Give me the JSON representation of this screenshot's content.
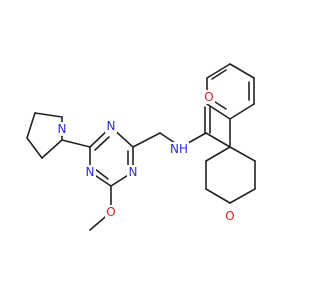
{
  "molecule": {
    "atoms": [
      {
        "id": "N1",
        "label": "N",
        "color": "#2b2bd9"
      },
      {
        "id": "N2",
        "label": "N",
        "color": "#2b2bd9"
      },
      {
        "id": "N3",
        "label": "N",
        "color": "#2b2bd9"
      },
      {
        "id": "N4",
        "label": "N",
        "color": "#2b2bd9"
      },
      {
        "id": "O1",
        "label": "O",
        "color": "#e02020"
      },
      {
        "id": "N5",
        "label": "NH",
        "color": "#2b2bd9"
      },
      {
        "id": "O2",
        "label": "O",
        "color": "#e02020"
      },
      {
        "id": "O3",
        "label": "O",
        "color": "#e02020"
      }
    ]
  }
}
